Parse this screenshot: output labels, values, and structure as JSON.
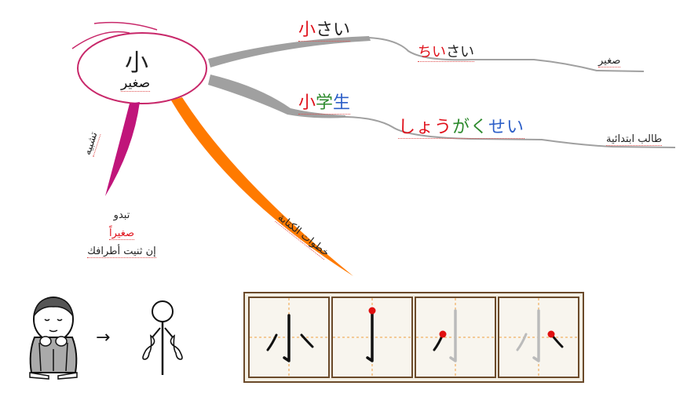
{
  "center": {
    "kanji": "小",
    "meaning": "صغير"
  },
  "branch_top": {
    "word1": {
      "kanji": "小",
      "kana": "さい"
    },
    "word2": {
      "red": "ちい",
      "rest": "さい"
    },
    "meaning": "صغير"
  },
  "branch_mid": {
    "word1": {
      "k1": "小",
      "k2": "学",
      "k3": "生"
    },
    "word2": {
      "p1": "しょう",
      "p2": "が",
      "p3": "く",
      "p4": "せい"
    },
    "meaning": "طالب ابتدائية"
  },
  "branch_pink": {
    "label": "تشبيه"
  },
  "branch_orange": {
    "label": "خطوات الكتابة"
  },
  "hint": {
    "line1": "تبدو",
    "line2": "صغيراً",
    "line3": "إن ثنيت أطرافك"
  },
  "arrow": "→",
  "colors": {
    "ellipse": "#c8286a",
    "pink_branch": "#c0157a",
    "orange_branch": "#ff7a00",
    "gray_branch": "#a0a0a0",
    "red_text": "#e0101a",
    "stroke_frame": "#6b4a2a",
    "start_dot": "#e01010"
  },
  "icons": [
    "crouching-child-icon",
    "stick-figure-icon",
    "arrow-icon"
  ]
}
